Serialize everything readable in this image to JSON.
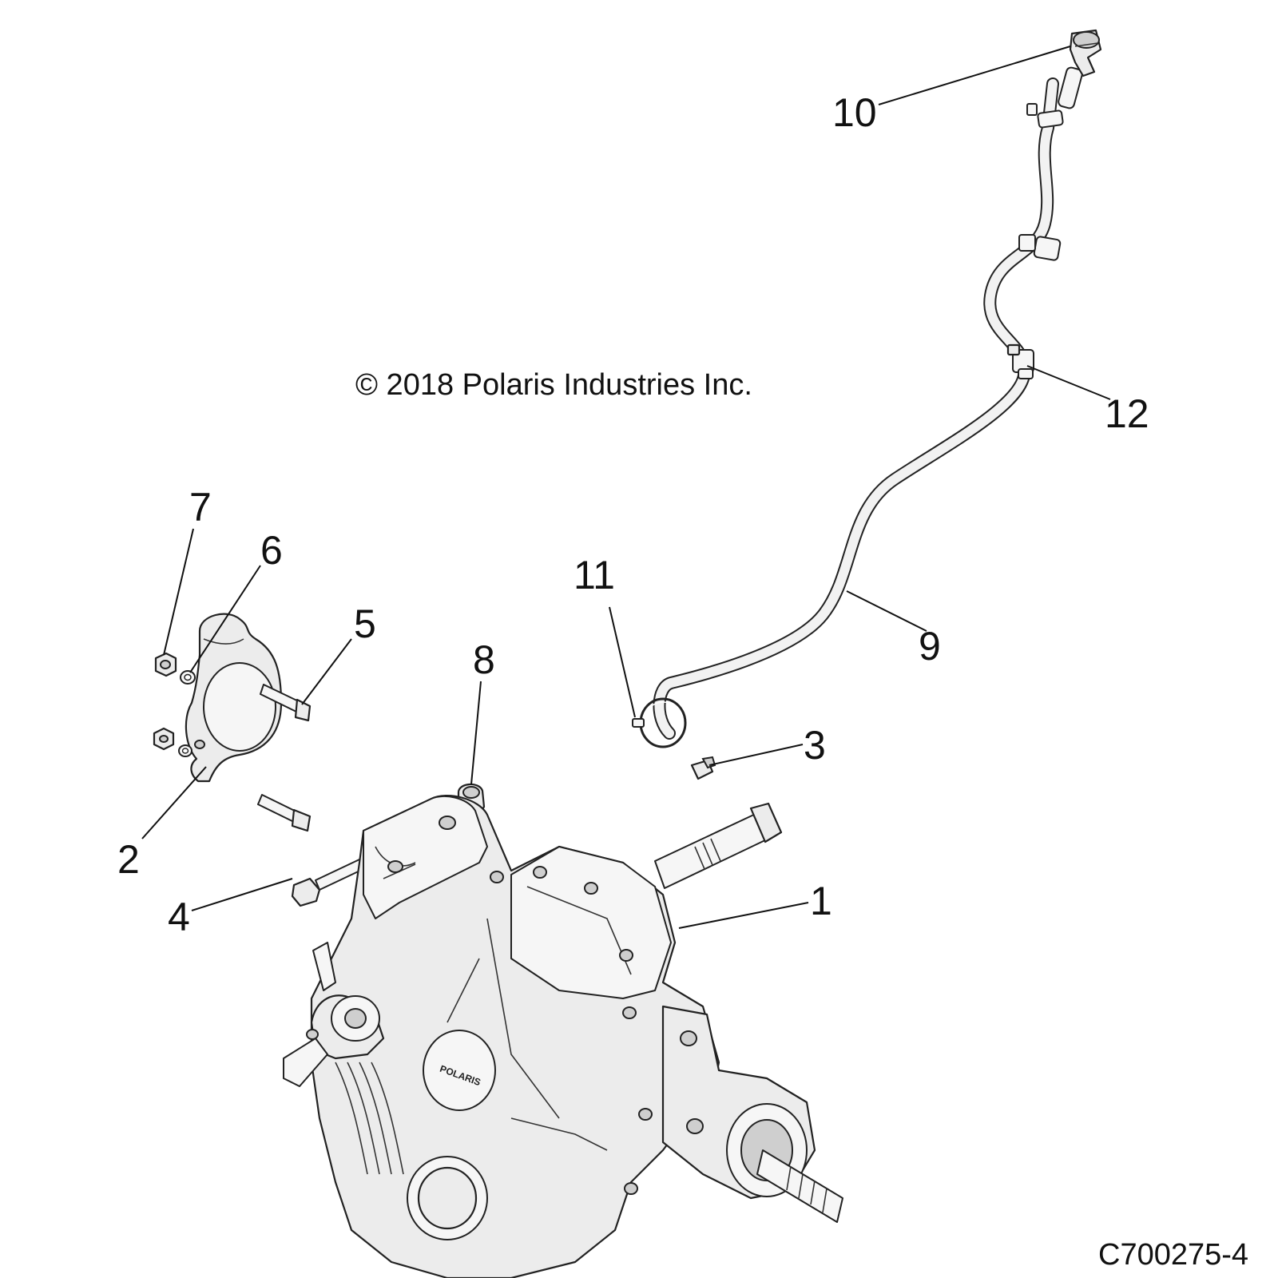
{
  "copyright": "© 2018 Polaris Industries Inc.",
  "diagram_code": "C700275-4",
  "callouts": {
    "c1": "1",
    "c2": "2",
    "c3": "3",
    "c4": "4",
    "c5": "5",
    "c6": "6",
    "c7": "7",
    "c8": "8",
    "c9": "9",
    "c10": "10",
    "c11": "11",
    "c12": "12"
  },
  "housing_logo": "POLARIS"
}
